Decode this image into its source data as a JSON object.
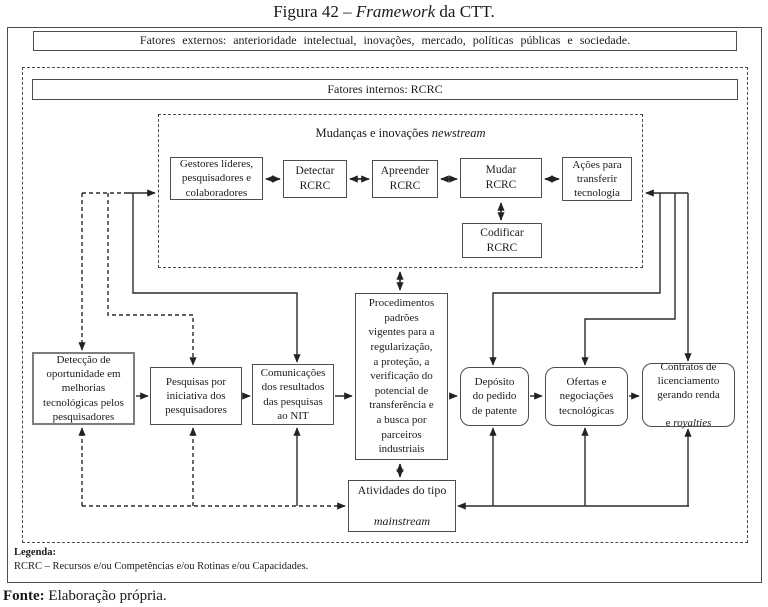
{
  "figure": {
    "title_prefix": "Figura 42 – ",
    "title_italic": "Framework",
    "title_suffix": " da CTT."
  },
  "external_factors_label": "Fatores externos:  anterioridade  intelectual,  inovações,  mercado,  políticas  públicas  e  sociedade.",
  "internal_factors_label": "Fatores internos: RCRC",
  "newstream_region": {
    "title_prefix": "Mudanças e inovações ",
    "title_italic": "newstream",
    "gestores": "Gestores líderes,\npesquisadores e\ncolaboradores",
    "detectar": "Detectar\nRCRC",
    "apreender": "Apreender\nRCRC",
    "mudar": "Mudar\nRCRC",
    "acoes": "Ações para\ntransferir\ntecnologia",
    "codificar": "Codificar\nRCRC"
  },
  "process_flow": {
    "deteccao": "Detecção de\noportunidade em\nmelhorias\ntecnológicas pelos\npesquisadores",
    "pesquisas": "Pesquisas por\niniciativa dos\npesquisadores",
    "comunicacoes": "Comunicações\ndos resultados\ndas pesquisas\nao NIT",
    "procedimentos": "Procedimentos\npadrões\nvigentes para a\nregularização,\na proteção, a\nverificação do\npotencial de\ntransferência e\na busca por\nparceiros\nindustriais",
    "deposito": "Depósito\ndo pedido\nde patente",
    "ofertas": "Ofertas e\nnegociações\ntecnológicas",
    "contratos": {
      "lines": "Contratos de\nlicenciamento\ngerando renda",
      "last_prefix": "e ",
      "last_italic": "royalties"
    }
  },
  "mainstream_box": {
    "prefix": "Atividades do tipo",
    "italic": "mainstream"
  },
  "legend": {
    "title": "Legenda:",
    "entry": "RCRC  – Recursos e/ou Competências e/ou Rotinas e/ou Capacidades."
  },
  "source": {
    "bold": "Fonte:",
    "text": " Elaboração própria."
  },
  "colors": {
    "line": "#2b2b2b",
    "border": "#4d4d4d",
    "background": "#ffffff"
  }
}
